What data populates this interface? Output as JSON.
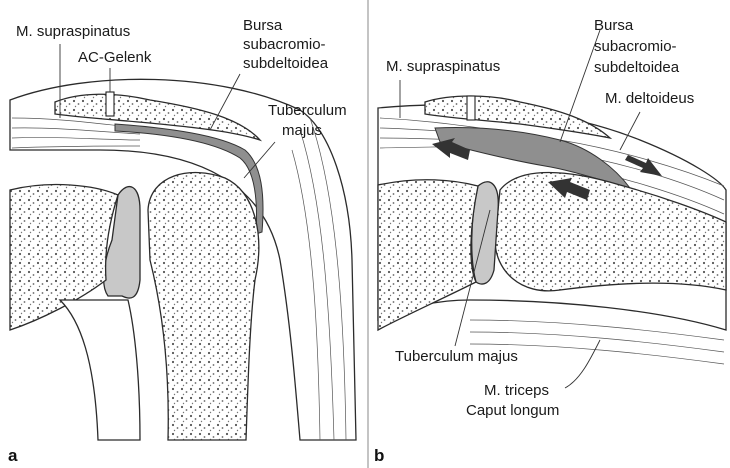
{
  "panel_a": {
    "letter": "a",
    "labels": {
      "supraspinatus": "M. supraspinatus",
      "ac_joint": "AC-Gelenk",
      "bursa_line1": "Bursa",
      "bursa_line2": "subacromio-",
      "bursa_line3": "subdeltoidea",
      "tuberculum_line1": "Tuberculum",
      "tuberculum_line2": "majus"
    }
  },
  "panel_b": {
    "letter": "b",
    "labels": {
      "supraspinatus": "M. supraspinatus",
      "bursa_line1": "Bursa",
      "bursa_line2": "subacromio-",
      "bursa_line3": "subdeltoidea",
      "deltoideus": "M. deltoideus",
      "tuberculum": "Tuberculum majus",
      "triceps_line1": "M. triceps",
      "triceps_line2": "Caput longum"
    }
  },
  "colors": {
    "bursa": "#8f8f8f",
    "cartilage": "#c8c8c8",
    "bone_fill": "#ffffff",
    "arrow": "#333333"
  }
}
